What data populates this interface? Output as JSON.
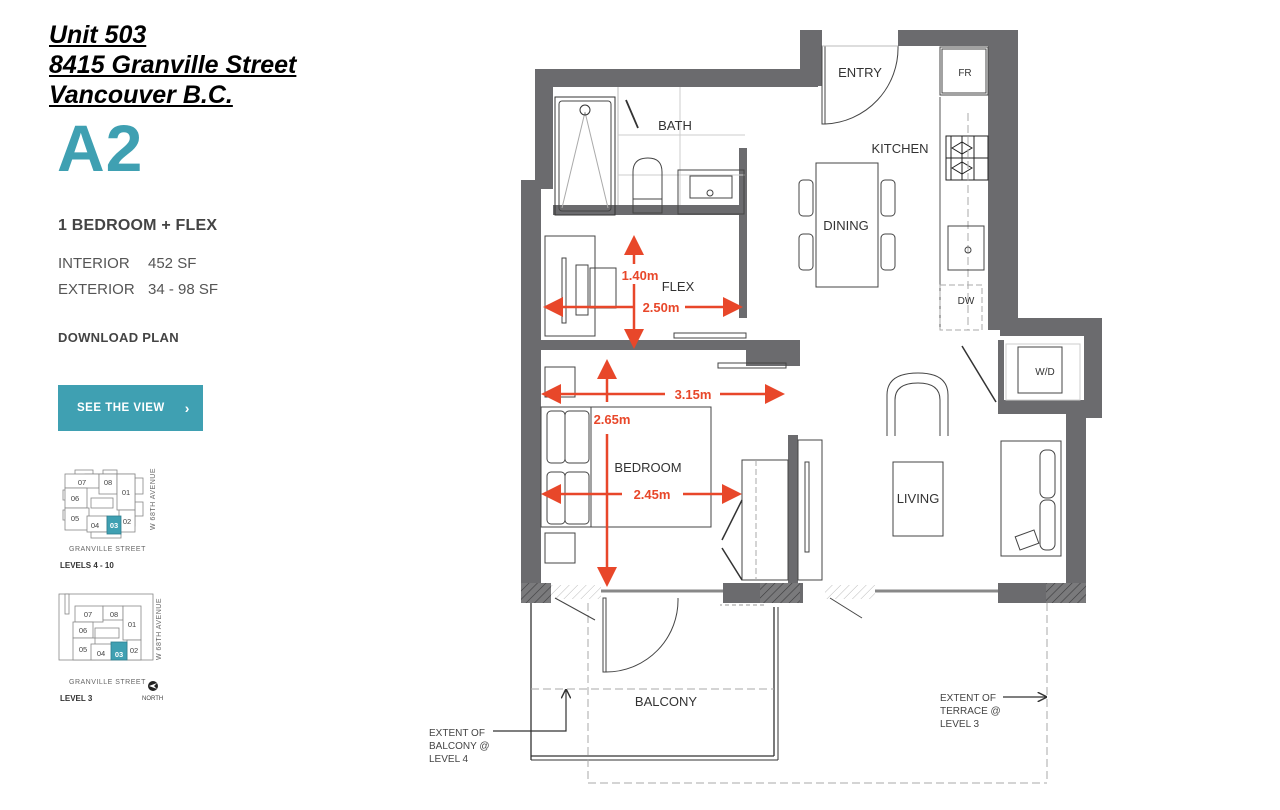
{
  "header": {
    "address_lines": [
      "Unit 503",
      "8415 Granville Street",
      "Vancouver B.C."
    ],
    "plan_code": "A2"
  },
  "details": {
    "unit_type": "1 BEDROOM + FLEX",
    "specs": [
      {
        "label": "INTERIOR",
        "value": "452 SF"
      },
      {
        "label": "EXTERIOR",
        "value": "34 - 98 SF"
      }
    ],
    "download_label": "DOWNLOAD PLAN",
    "view_button_label": "SEE THE VIEW",
    "view_button_icon": "chevron-right-icon",
    "accent_color": "#3fa0b2"
  },
  "keyplans": [
    {
      "units": [
        "07",
        "08",
        "06",
        "01",
        "05",
        "04",
        "03",
        "02"
      ],
      "highlighted_unit": "03",
      "street": "GRANVILLE STREET",
      "avenue": "W 68TH AVENUE",
      "level_label": "LEVELS 4 - 10"
    },
    {
      "units": [
        "07",
        "08",
        "06",
        "01",
        "05",
        "04",
        "03",
        "02"
      ],
      "highlighted_unit": "03",
      "street": "GRANVILLE STREET",
      "avenue": "W 68TH AVENUE",
      "level_label": "LEVEL 3",
      "north_label": "NORTH"
    }
  ],
  "floorplan": {
    "rooms": {
      "entry": "ENTRY",
      "fridge": "FR",
      "bath": "BATH",
      "kitchen": "KITCHEN",
      "dining": "DINING",
      "flex": "FLEX",
      "dishwasher": "DW",
      "washer_dryer": "W/D",
      "bedroom": "BEDROOM",
      "living": "LIVING",
      "balcony": "BALCONY"
    },
    "dimensions": {
      "flex_depth": "1.40m",
      "flex_width": "2.50m",
      "bedroom_width_upper": "3.15m",
      "bedroom_depth": "2.65m",
      "bedroom_width_lower": "2.45m"
    },
    "notes": {
      "balcony_extent": [
        "EXTENT OF",
        "BALCONY @",
        "LEVEL 4"
      ],
      "terrace_extent": [
        "EXTENT OF",
        "TERRACE @",
        "LEVEL 3"
      ]
    },
    "colors": {
      "wall": "#6b6b6e",
      "dimension": "#e8472a",
      "line": "#444444"
    }
  }
}
